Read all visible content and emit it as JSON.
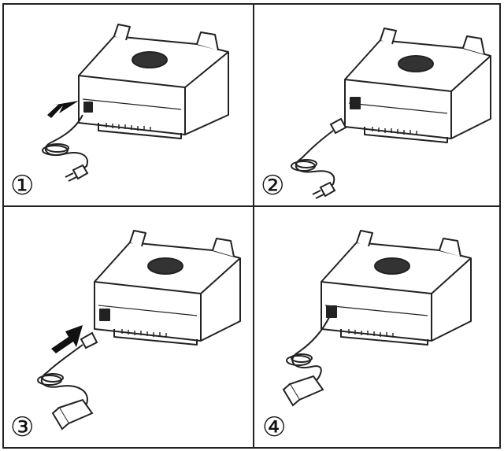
{
  "steps": [
    {
      "number": "①",
      "action": "unplug-from-charger"
    },
    {
      "number": "②",
      "action": "cable-detached"
    },
    {
      "number": "③",
      "action": "insert-into-charger"
    },
    {
      "number": "④",
      "action": "plugged-in"
    }
  ],
  "colors": {
    "line": "#222222",
    "fill": "#ffffff",
    "arrow": "#111111"
  }
}
